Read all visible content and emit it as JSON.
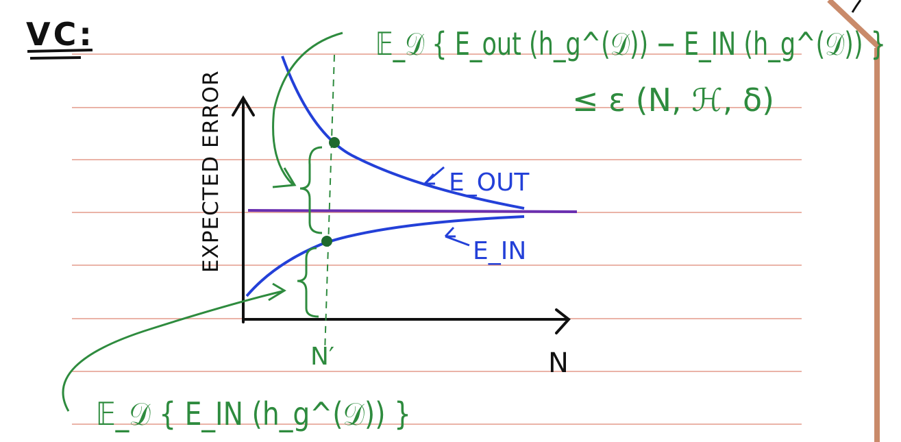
{
  "heading": "VC:",
  "colors": {
    "paper": "#ffffff",
    "ruled_line": "#e39a8a",
    "margin_border": "#c98a6a",
    "ink_black": "#111111",
    "ink_green": "#2e8b3e",
    "ink_blue": "#2340d8",
    "ink_purple": "#6a2fb0"
  },
  "diagram": {
    "y_axis_label": "EXPECTED ERROR",
    "x_axis_label": "N",
    "tick_label": "N′",
    "curve_out_label": "E_OUT",
    "curve_in_label": "E_IN"
  },
  "annotations": {
    "gap_expression": "𝔼_𝒟 { E_out (h_g^(𝒟)) − E_IN (h_g^(𝒟)) }",
    "gap_bound": "≤ ε (N, ℋ, δ)",
    "in_expression": "𝔼_𝒟 { E_IN (h_g^(𝒟)) }"
  }
}
